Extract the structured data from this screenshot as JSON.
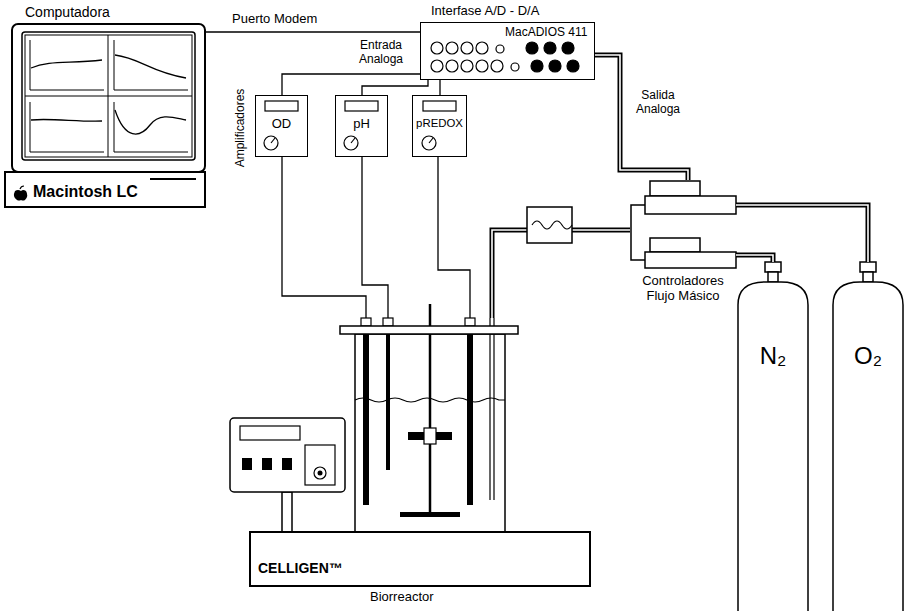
{
  "diagram": {
    "nodes": [
      {
        "text": [
          "Computadora",
          "Macintosh LC"
        ]
      },
      {
        "text": [
          "Interfase A/D - D/A",
          "MacADIOS 411"
        ]
      },
      {
        "text": [
          "OD"
        ]
      },
      {
        "text": [
          "pH"
        ]
      },
      {
        "text": [
          "pREDOX"
        ]
      },
      {
        "text": [
          "CELLIGEN™",
          "Biorreactor"
        ]
      },
      {
        "text": [
          "Controladores Flujo Másico"
        ]
      },
      {
        "text": [
          "N₂"
        ]
      },
      {
        "text": [
          "O₂"
        ]
      }
    ],
    "edges": [
      {
        "from": 0,
        "to": 1,
        "arrow": "none"
      },
      {
        "from": 1,
        "to": 2,
        "arrow": "none"
      },
      {
        "from": 1,
        "to": 3,
        "arrow": "none"
      },
      {
        "from": 1,
        "to": 4,
        "arrow": "none"
      },
      {
        "from": 2,
        "to": 5,
        "arrow": "none"
      },
      {
        "from": 3,
        "to": 5,
        "arrow": "none"
      },
      {
        "from": 4,
        "to": 5,
        "arrow": "none"
      },
      {
        "from": 1,
        "to": 6,
        "arrow": "none"
      },
      {
        "from": 7,
        "to": 6,
        "arrow": "none"
      },
      {
        "from": 8,
        "to": 6,
        "arrow": "none"
      },
      {
        "from": 6,
        "to": 5,
        "arrow": "none"
      }
    ],
    "labels": [
      "Puerto Modem",
      "Entrada Analoga",
      "Amplificadores",
      "Salida Analoga"
    ]
  }
}
